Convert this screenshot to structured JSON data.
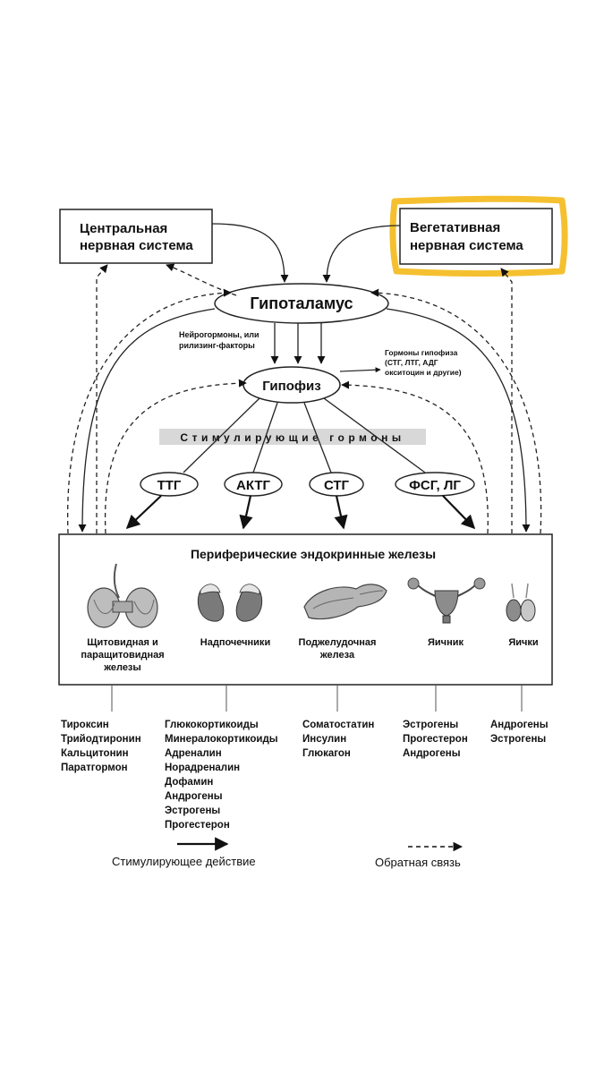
{
  "nodes": {
    "cns": [
      "Центральная",
      "нервная система"
    ],
    "ans": [
      "Вегетативная",
      "нервная система"
    ],
    "hypothalamus": "Гипоталамус",
    "pituitary": "Гипофиз",
    "neurohormones": [
      "Нейрогормоны, или",
      "рилизинг-факторы"
    ],
    "pituitary_hormones": [
      "Гормоны гипофиза",
      "(СТГ, ЛТГ, АДГ",
      "окситоцин и другие)"
    ],
    "stimulating_hormones": "Стимулирующие гормоны",
    "ttg": "ТТГ",
    "aktg": "АКТГ",
    "stg": "СТГ",
    "fsg": "ФСГ, ЛГ",
    "peripheral_title": "Периферические эндокринные железы"
  },
  "glands": [
    {
      "label": [
        "Щитовидная и",
        "паращитовидная",
        "железы"
      ],
      "hormones": [
        "Тироксин",
        "Трийодтиронин",
        "Кальцитонин",
        "Паратгормон"
      ]
    },
    {
      "label": [
        "Надпочечники"
      ],
      "hormones": [
        "Глюкокортикоиды",
        "Минералокортикоиды",
        "Адреналин",
        "Норадреналин",
        "Дофамин",
        "Андрогены",
        "Эстрогены",
        "Прогестерон"
      ]
    },
    {
      "label": [
        "Поджелудочная",
        "железа"
      ],
      "hormones": [
        "Соматостатин",
        "Инсулин",
        "Глюкагон"
      ]
    },
    {
      "label": [
        "Яичник"
      ],
      "hormones": [
        "Эстрогены",
        "Прогестерон",
        "Андрогены"
      ]
    },
    {
      "label": [
        "Яички"
      ],
      "hormones": [
        "Андрогены",
        "Эстрогены"
      ]
    }
  ],
  "legend": {
    "stimulating": "Стимулирующее действие",
    "feedback": "Обратная связь"
  },
  "highlight_color": "#f5c030"
}
